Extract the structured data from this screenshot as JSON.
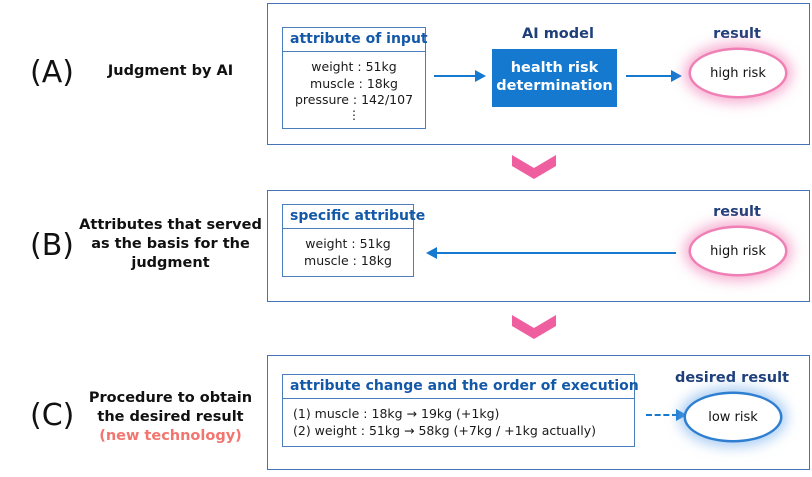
{
  "rows": [
    {
      "tag": "(A)",
      "title": "Judgment by AI",
      "subtitle": "",
      "attribute_box": {
        "header": "attribute of input",
        "lines": [
          "weight : 51kg",
          "muscle : 18kg",
          "pressure : 142/107"
        ],
        "continuation": "⋮"
      },
      "model_caption": "AI model",
      "model_label": "health risk determination",
      "result_caption": "result",
      "result_value": "high risk"
    },
    {
      "tag": "(B)",
      "title": "Attributes that served as the basis for the judgment",
      "subtitle": "",
      "attribute_box": {
        "header": "specific attribute",
        "lines": [
          "weight : 51kg",
          "muscle : 18kg"
        ],
        "continuation": ""
      },
      "result_caption": "result",
      "result_value": "high risk"
    },
    {
      "tag": "(C)",
      "title": "Procedure to obtain the desired result",
      "subtitle": "(new technology)",
      "attribute_box": {
        "header": "attribute change and the order of execution",
        "lines": [
          "(1)  muscle : 18kg  →  19kg (+1kg)",
          "(2)  weight : 51kg  →  58kg (+7kg / +1kg actually)"
        ],
        "continuation": ""
      },
      "result_caption": "desired result",
      "result_value": "low risk"
    }
  ],
  "icons": {
    "chevron_down": "chevron-down-pink",
    "arrow_right": "arrow-right-blue",
    "arrow_left": "arrow-left-blue",
    "arrow_dashed_right": "arrow-dashed-right-blue"
  },
  "colors": {
    "panel_border": "#4672b8",
    "accent_blue": "#1579d0",
    "header_blue": "#1459a8",
    "caption_navy": "#1f3f7a",
    "chevron_pink": "#ef5fa0",
    "glow_pink": "#ef7fb4",
    "glow_blue": "#2f7fd1",
    "new_tech_red": "#f2766f"
  }
}
